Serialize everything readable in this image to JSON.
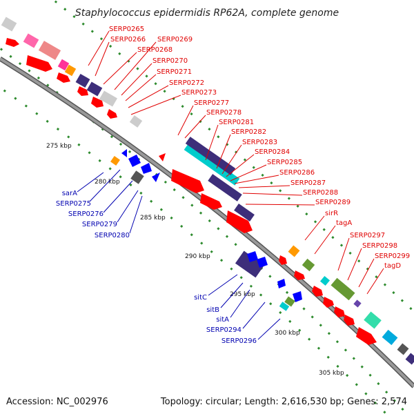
{
  "title": "Staphylococcus epidermidis RP62A, complete genome",
  "footer": {
    "accession": "Accession: NC_002976",
    "summary": "Topology: circular; Length: 2,616,530 bp; Genes: 2,574"
  },
  "ticks": [
    {
      "label": "275 kbp"
    },
    {
      "label": "280 kbp"
    },
    {
      "label": "285 kbp"
    },
    {
      "label": "290 kbp"
    },
    {
      "label": "295 kbp"
    },
    {
      "label": "300 kbp"
    },
    {
      "label": "305 kbp"
    }
  ],
  "top_labels": [
    "SERP0265",
    "SERP0266",
    "SERP0269",
    "SERP0268",
    "SERP0270",
    "SERP0271",
    "SERP0272",
    "SERP0273",
    "SERP0277",
    "SERP0278",
    "SERP0281",
    "SERP0282",
    "SERP0283",
    "SERP0284",
    "SERP0285",
    "SERP0286",
    "SERP0287",
    "SERP0288",
    "SERP0289",
    "sirR",
    "tagA",
    "SERP0297",
    "SERP0298",
    "SERP0299",
    "tagD"
  ],
  "bottom_labels": [
    "sarA",
    "SERP0275",
    "SERP0276",
    "SERP0279",
    "SERP0280",
    "sitC",
    "sitB",
    "sitA",
    "SERP0294",
    "SERP0296"
  ],
  "colors": {
    "gene_forward": "#ff0000",
    "gene_reverse": "#0000ff",
    "backbone": "#888888",
    "tick": "#228b22",
    "top_label": "#e00000",
    "bottom_label": "#0000b0"
  }
}
